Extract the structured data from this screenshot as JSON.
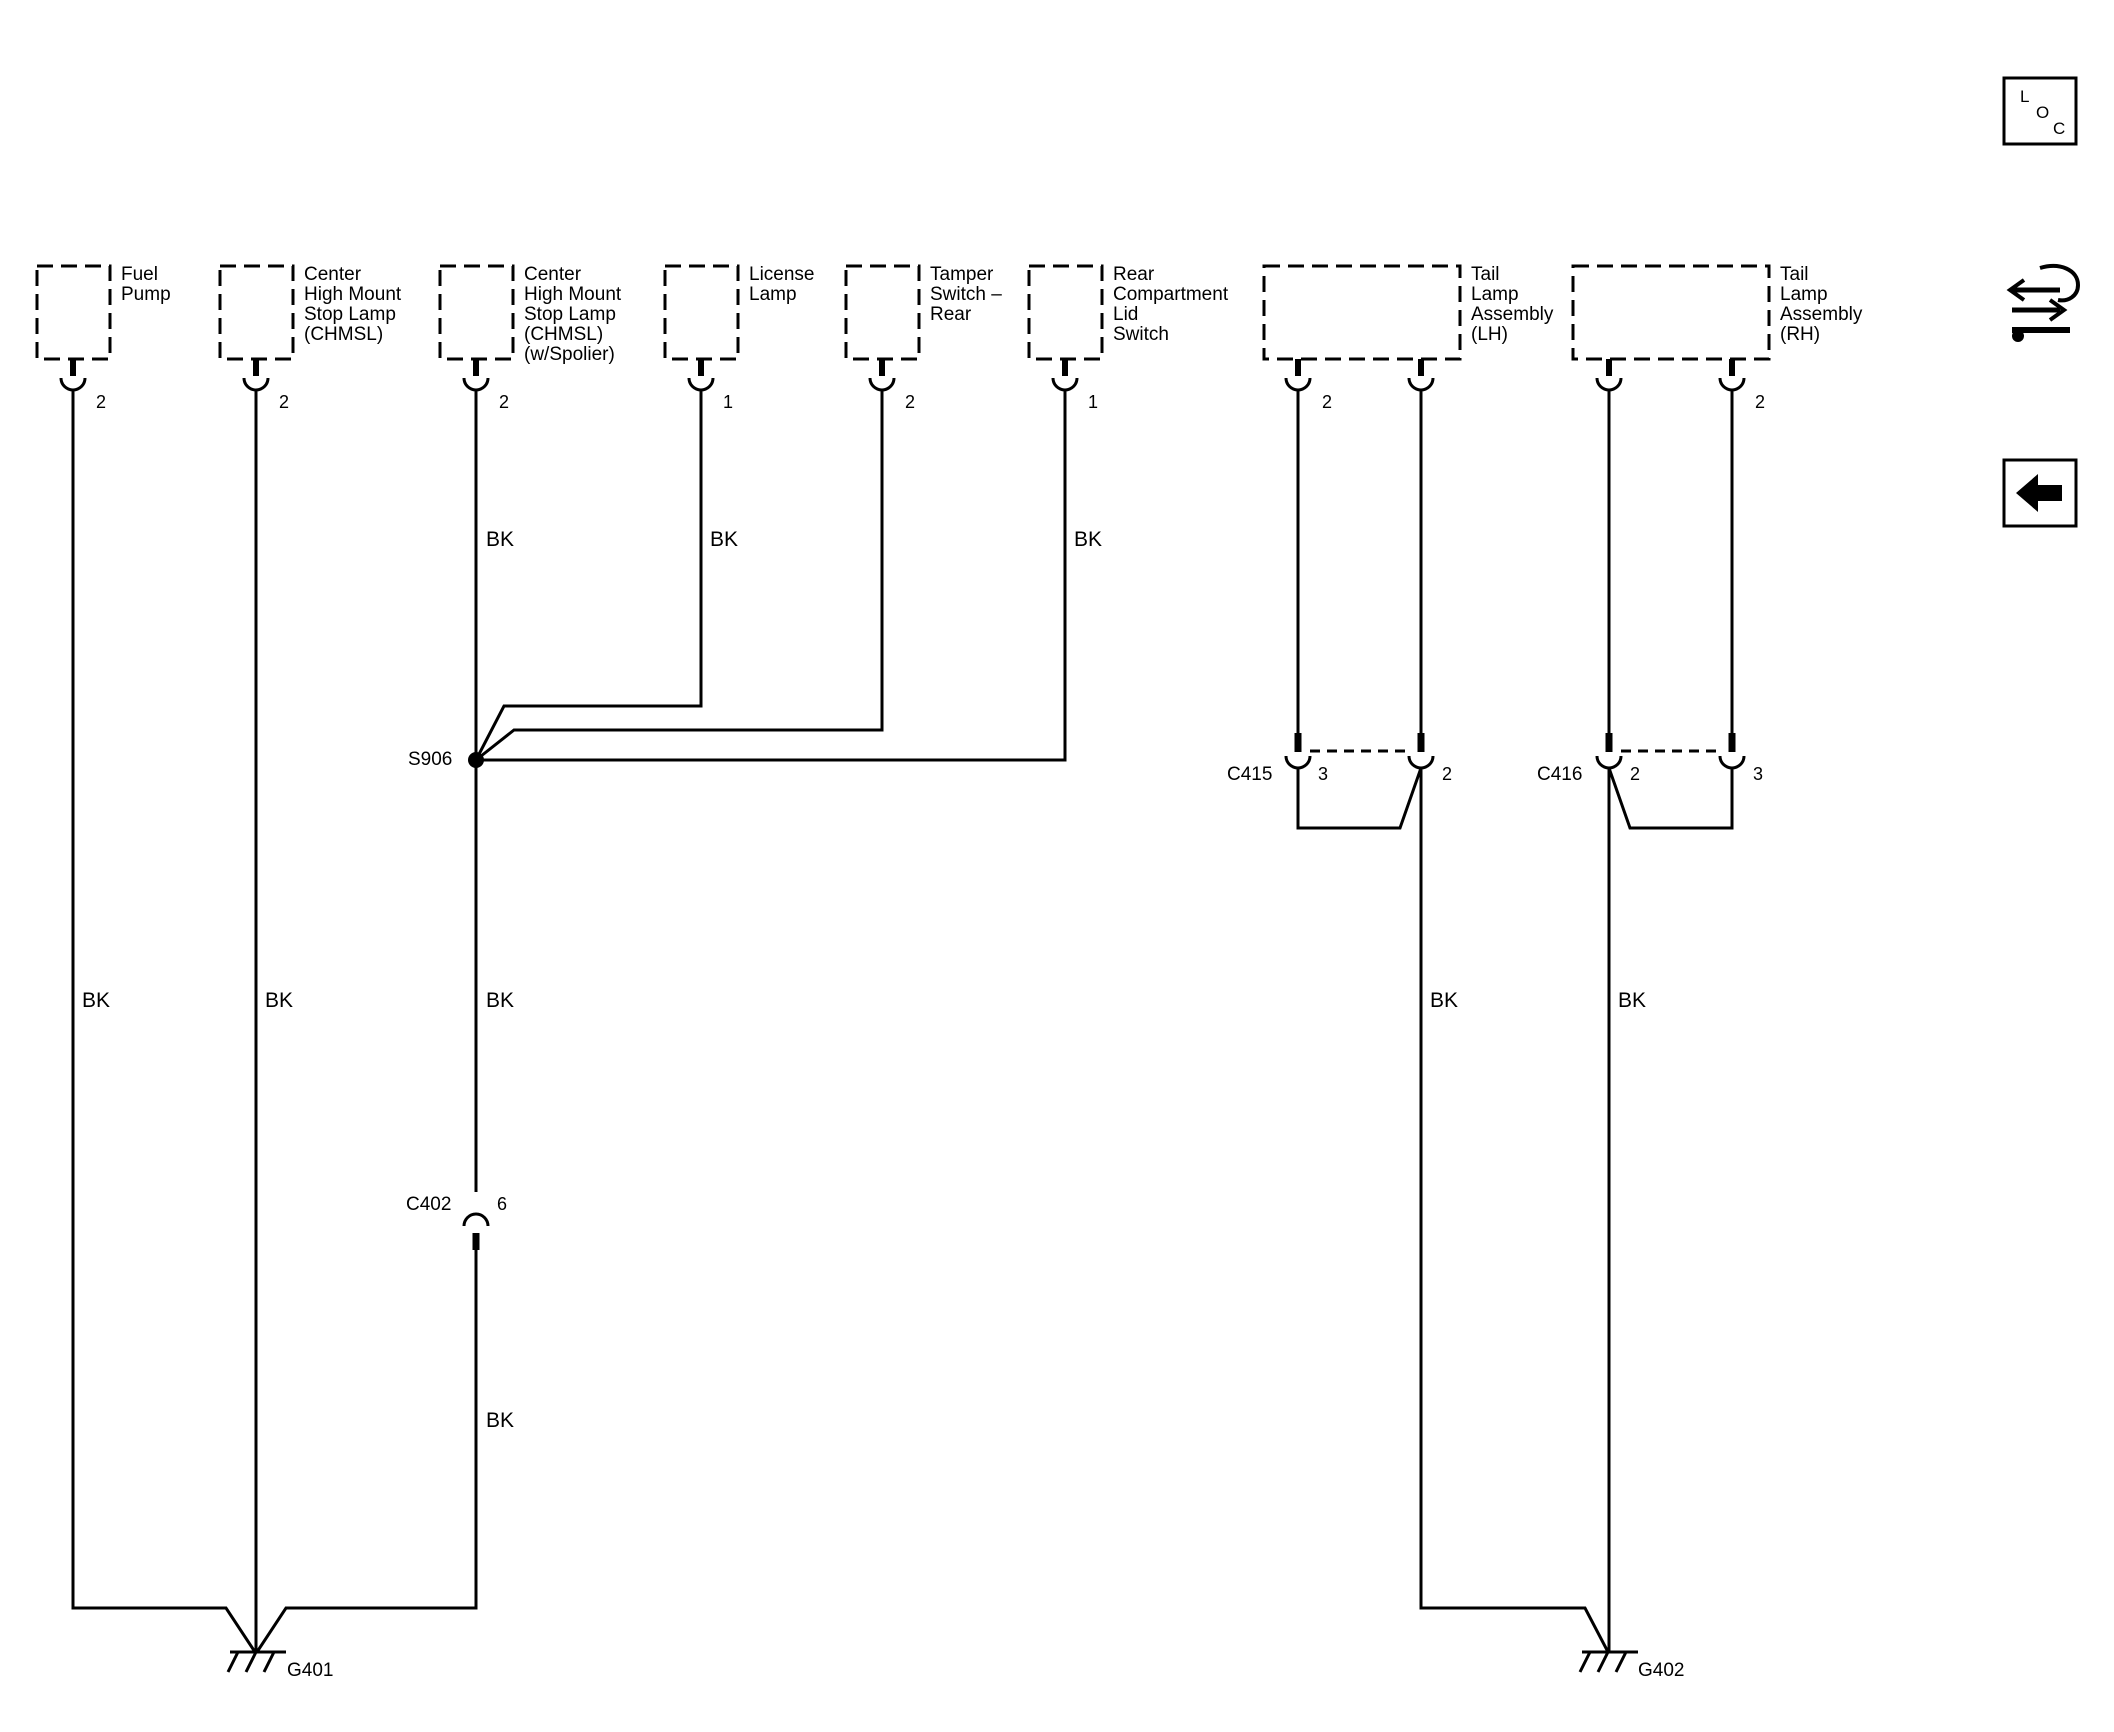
{
  "nav": {
    "loc_icon": "loc-icon",
    "connector_icon": "connector-harness-icon",
    "back_icon": "back-arrow-icon",
    "loc_letters": [
      "L",
      "O",
      "C"
    ]
  },
  "components": [
    {
      "id": "fuel-pump",
      "lines": [
        "Fuel",
        "Pump"
      ]
    },
    {
      "id": "chmsl",
      "lines": [
        "Center",
        "High Mount",
        "Stop Lamp",
        "(CHMSL)"
      ]
    },
    {
      "id": "chmsl-spoiler",
      "lines": [
        "Center",
        "High Mount",
        "Stop Lamp",
        "(CHMSL)",
        "(w/Spolier)"
      ]
    },
    {
      "id": "license-lamp",
      "lines": [
        "License",
        "Lamp"
      ]
    },
    {
      "id": "tamper-switch",
      "lines": [
        "Tamper",
        "Switch –",
        "Rear"
      ]
    },
    {
      "id": "rear-compartment-lid-switch",
      "lines": [
        "Rear",
        "Compartment",
        "Lid",
        "Switch"
      ]
    },
    {
      "id": "tail-lamp-lh",
      "lines": [
        "Tail",
        "Lamp",
        "Assembly",
        "(LH)"
      ]
    },
    {
      "id": "tail-lamp-rh",
      "lines": [
        "Tail",
        "Lamp",
        "Assembly",
        "(RH)"
      ]
    }
  ],
  "pins": {
    "fuel_pump": "2",
    "chmsl": "2",
    "chmsl_spoiler": "2",
    "license_lamp": "1",
    "tamper_switch": "2",
    "rear_lid_switch": "1",
    "tail_lh": "2",
    "tail_rh": "2"
  },
  "wire_color": "BK",
  "splice": "S906",
  "connectors": {
    "c415": {
      "name": "C415",
      "pin_left": "3",
      "pin_right": "2"
    },
    "c416": {
      "name": "C416",
      "pin_left": "2",
      "pin_right": "3"
    },
    "c402": {
      "name": "C402",
      "pin": "6"
    }
  },
  "grounds": {
    "g401": "G401",
    "g402": "G402"
  }
}
